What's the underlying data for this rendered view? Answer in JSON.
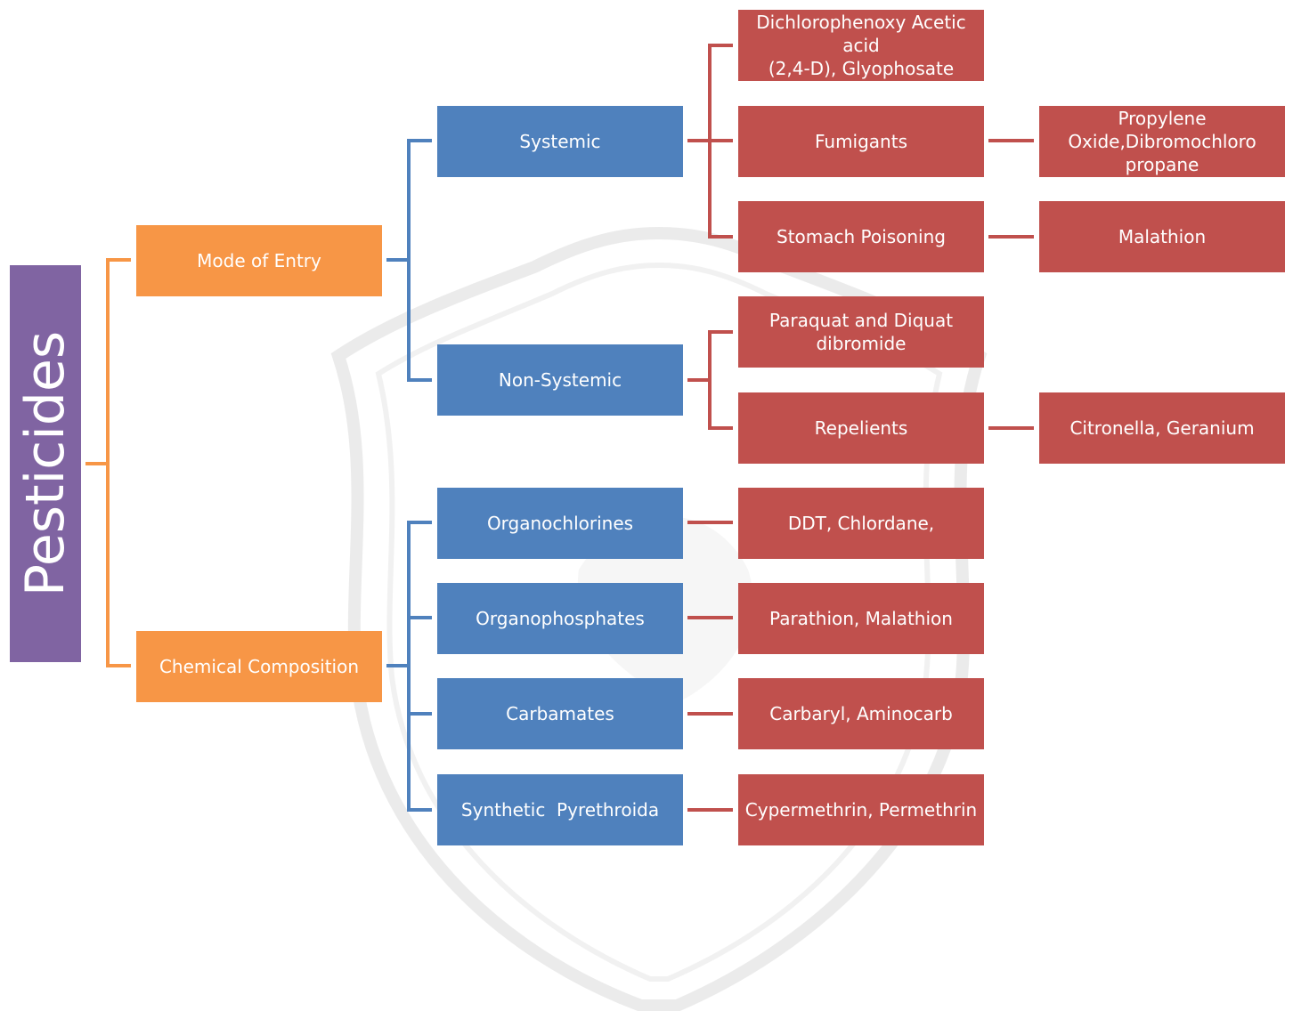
{
  "root": {
    "label": "Pesticides"
  },
  "categories": {
    "mode_of_entry": "Mode of Entry",
    "chemical_composition": "Chemical Composition"
  },
  "types": {
    "systemic": "Systemic",
    "non_systemic": "Non-Systemic",
    "organochlorines": "Organochlorines",
    "organophosphates": "Organophosphates",
    "carbamates": "Carbamates",
    "synthetic_pyrethroida": "Synthetic  Pyrethroida"
  },
  "subtypes": {
    "dichlorophenoxy": "Dichlorophenoxy Acetic acid\n(2,4-D), Glyophosate",
    "fumigants": "Fumigants",
    "stomach_poisoning": "Stomach Poisoning",
    "paraquat": "Paraquat and Diquat\ndibromide",
    "repelients": "Repelients",
    "ddt": "DDT, Chlordane,",
    "parathion": "Parathion, Malathion",
    "carbaryl": "Carbaryl, Aminocarb",
    "cypermethrin": "Cypermethrin, Permethrin"
  },
  "examples": {
    "propylene": "Propylene\nOxide,Dibromochloro\npropane",
    "malathion": "Malathion",
    "citronella": "Citronella, Geranium"
  },
  "colors": {
    "root": "#8064a2",
    "category": "#f79646",
    "type": "#4f81bd",
    "subtype": "#c0504d",
    "watermark": "#d9d9d9"
  }
}
